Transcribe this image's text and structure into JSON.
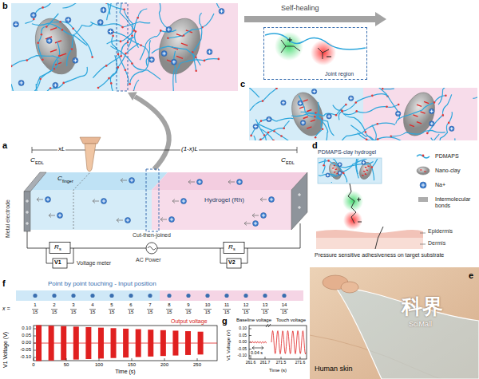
{
  "diagram": {
    "nodes": [
      {
        "text": [
          "Joint region"
        ]
      },
      {
        "text": [
          "Hydrogel (Rh)"
        ]
      },
      {
        "text": [
          "Point by point touching - Input position"
        ]
      }
    ],
    "labels": [
      "b",
      "c",
      "Self-healing",
      "a",
      "xL",
      "(1-x)L",
      "C",
      "EDL",
      "C",
      "EDL",
      "C",
      "finger",
      "Metal electrode",
      "Cut-then-joined",
      "R",
      "s",
      "R",
      "s",
      "V1",
      "Voltage meter",
      "AC Power",
      "V2",
      "d",
      "PDMAPS-clay hydrogel",
      "Epidermis",
      "Dermis",
      "Pressure sensitive adhesiveness on target substrate",
      "e",
      "Human skin",
      "科界",
      "SciMall",
      "f",
      "x =",
      "1",
      "15",
      "2",
      "15",
      "3",
      "15",
      "4",
      "15",
      "5",
      "15",
      "6",
      "15",
      "7",
      "15",
      "8",
      "15",
      "9",
      "15",
      "10",
      "15",
      "11",
      "15",
      "12",
      "15",
      "13",
      "15",
      "14",
      "15",
      "V1 Voltage (V)",
      "Output voltage",
      "0.10",
      "0.05",
      "0.00",
      "-0.05",
      "-0.10",
      "0",
      "50",
      "100",
      "150",
      "200",
      "250",
      "Time (s)",
      "g",
      "V1 Voltage (V)",
      "Baseline voltage",
      "Touch voltage",
      "0.04 s",
      "261.6",
      "261.7",
      "271.5",
      "271.6",
      "Time (s)",
      "0.10",
      "0.05",
      "0.00",
      "-0.05",
      "-0.10"
    ],
    "legend": [
      {
        "text": "PDMAPS"
      },
      {
        "text": "Nano-clay"
      },
      {
        "text": "Na+"
      },
      {
        "text": "Intermolecular bonds"
      }
    ]
  }
}
